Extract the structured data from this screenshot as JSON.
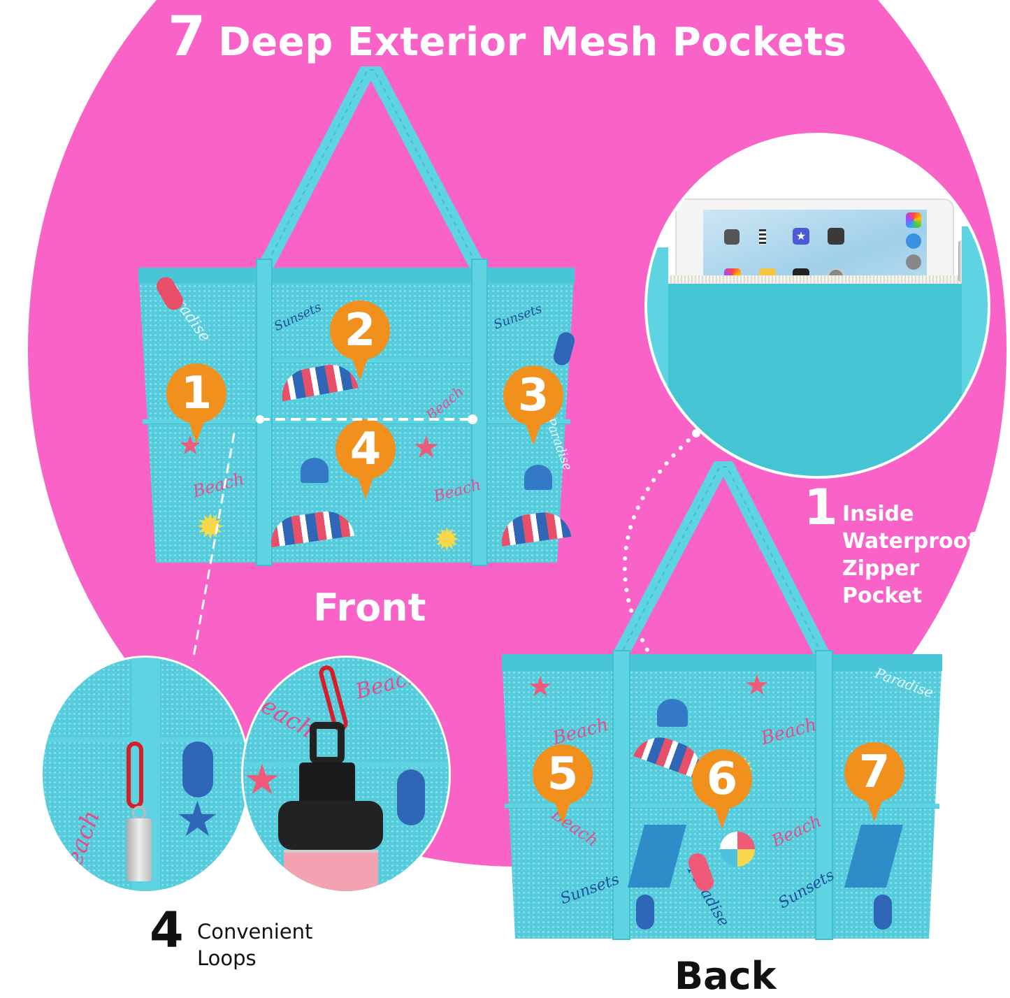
{
  "headline": {
    "number": "7",
    "text": "Deep Exterior Mesh Pockets"
  },
  "front_bag": {
    "caption": "Front",
    "pocket_markers": [
      "1",
      "2",
      "3",
      "4"
    ],
    "print_words": [
      "Paradise",
      "Sunsets",
      "Sunsets",
      "Beach",
      "Beach",
      "Beach",
      "Paradise"
    ]
  },
  "back_bag": {
    "caption": "Back",
    "pocket_markers": [
      "5",
      "6",
      "7"
    ],
    "print_words": [
      "Beach",
      "Beach",
      "Beach",
      "Beach",
      "Sunsets",
      "Paradise",
      "Sunsets",
      "Paradise"
    ]
  },
  "inside_pocket": {
    "number": "1",
    "lines": [
      "Inside",
      "Waterproof",
      "Zipper",
      "Pocket"
    ]
  },
  "loops": {
    "number": "4",
    "lines": [
      "Convenient",
      "Loops"
    ],
    "detail_words": [
      "Beach",
      "Beach",
      "Beach"
    ]
  },
  "colors": {
    "background_pink": "#F962C6",
    "bag_turquoise": "#55CCDC",
    "marker_orange": "#F2901E",
    "text_white": "#FFFFFF",
    "text_black": "#111111"
  }
}
